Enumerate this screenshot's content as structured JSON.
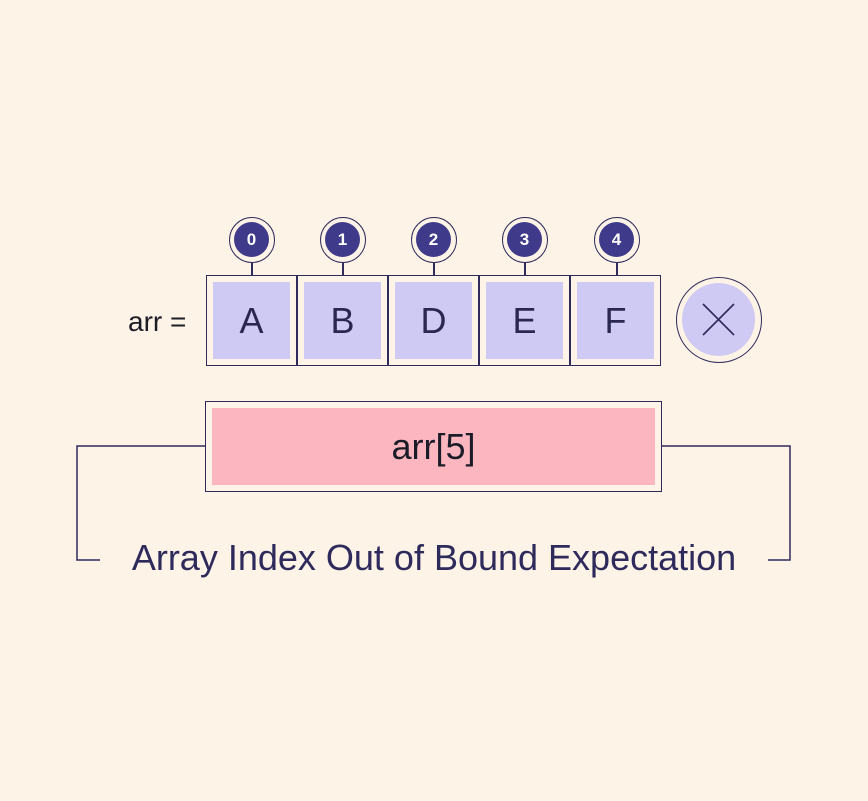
{
  "array": {
    "label": "arr =",
    "indices": [
      "0",
      "1",
      "2",
      "3",
      "4"
    ],
    "values": [
      "A",
      "B",
      "D",
      "E",
      "F"
    ]
  },
  "invalid_marker": {
    "icon": "x-icon"
  },
  "access": {
    "expression": "arr[5]"
  },
  "caption": "Array Index Out of Bound Expectation",
  "colors": {
    "background": "#fdf3e6",
    "cell_fill": "#cfcaf3",
    "index_fill": "#3f3a8a",
    "access_fill": "#fbb6bf",
    "outline": "#2e2a5c"
  }
}
